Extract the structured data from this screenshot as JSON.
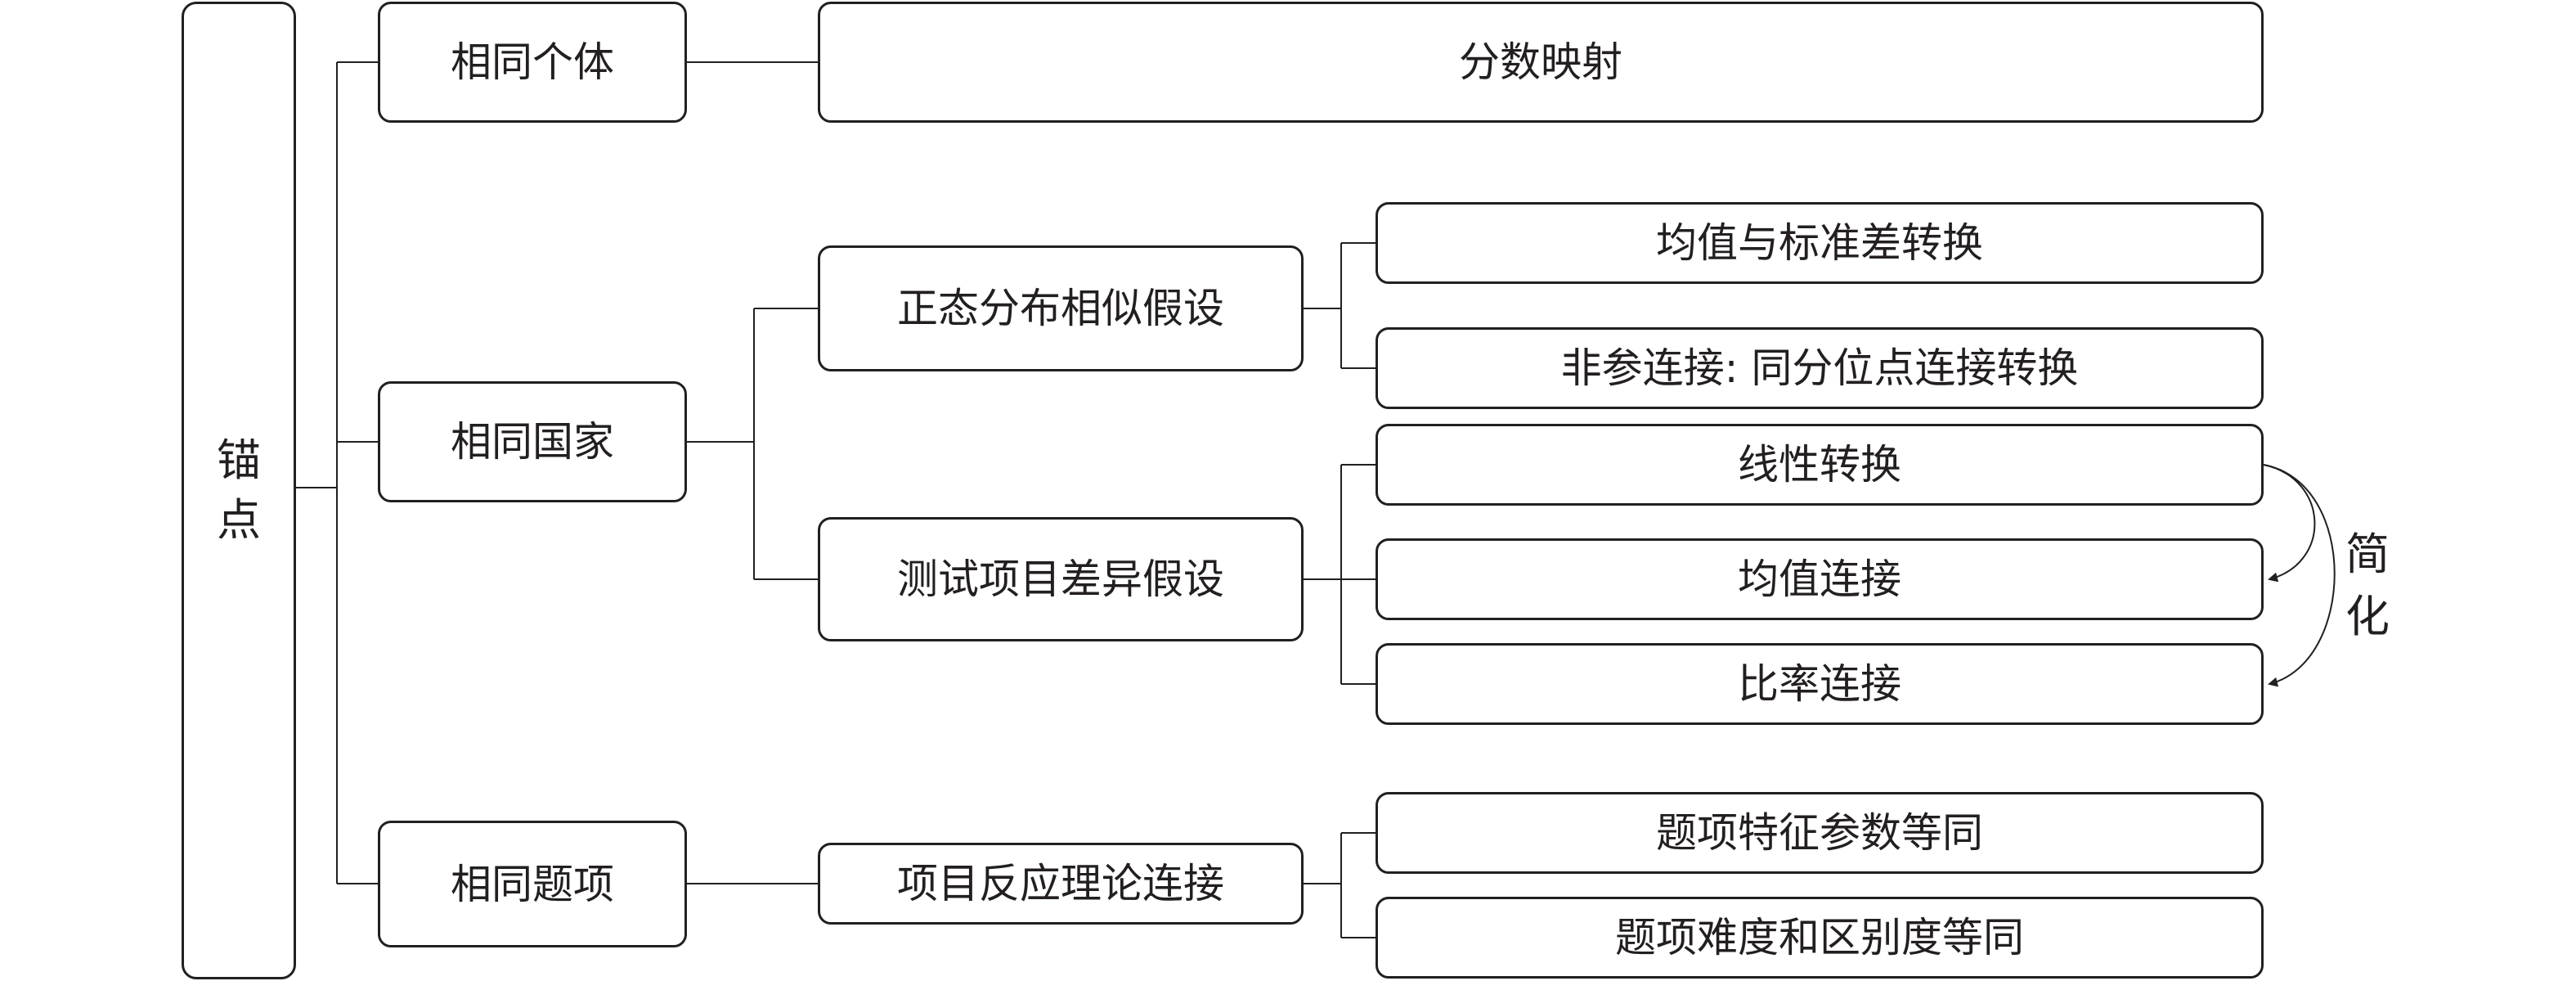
{
  "root": {
    "chars": [
      "锚",
      "点"
    ]
  },
  "level1": {
    "same_individual": "相同个体",
    "same_country": "相同国家",
    "same_item": "相同题项"
  },
  "level2": {
    "score_mapping": "分数映射",
    "normal_assumption": "正态分布相似假设",
    "item_difference_assumption": "测试项目差异假设",
    "irt_linking": "项目反应理论连接"
  },
  "level3": {
    "mean_sd_transform": "均值与标准差转换",
    "nonparametric_linking": "非参连接: 同分位点连接转换",
    "linear_transform": "线性转换",
    "mean_linking": "均值连接",
    "ratio_linking": "比率连接",
    "item_param_equal": "题项特征参数等同",
    "difficulty_discrimination_equal": "题项难度和区别度等同"
  },
  "simplify_label": {
    "chars": [
      "简",
      "化"
    ]
  }
}
